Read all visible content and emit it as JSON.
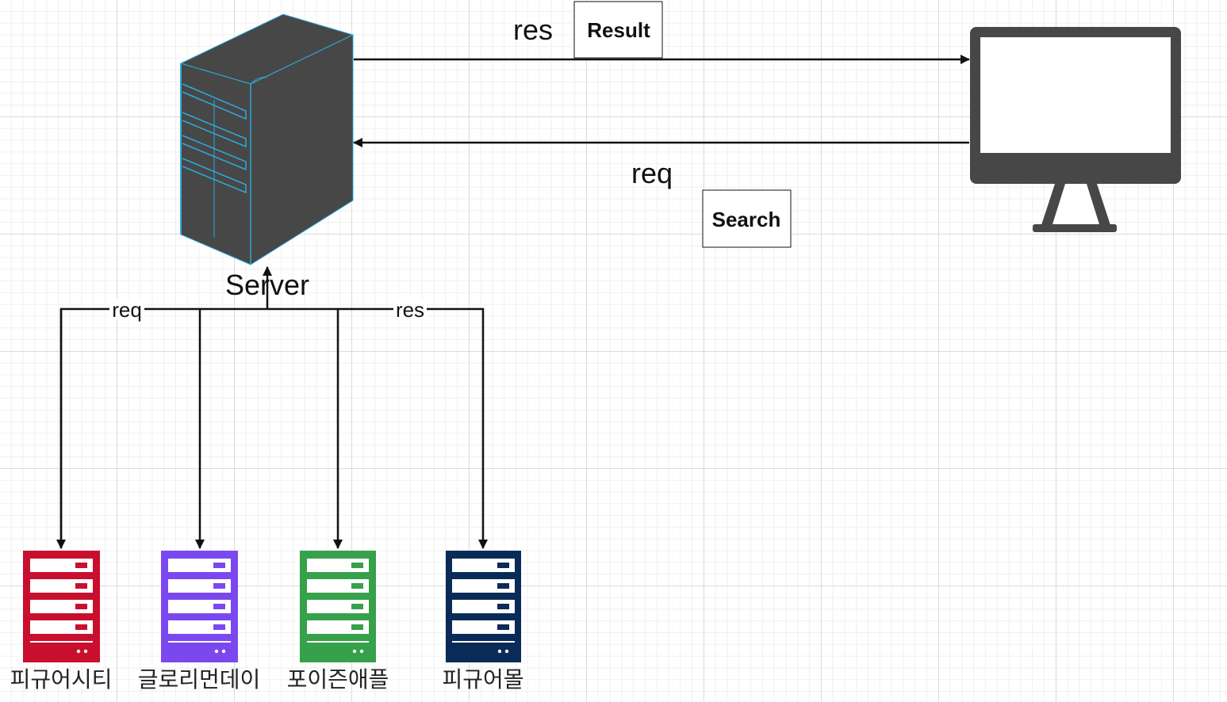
{
  "main_server": {
    "label": "Server",
    "body_color": "#474747",
    "edge_color": "#2eaadc"
  },
  "client": {
    "icon": "desktop-monitor-icon",
    "color": "#474747"
  },
  "top_link": {
    "label": "res",
    "box_label": "Result"
  },
  "bottom_link": {
    "label": "req",
    "box_label": "Search"
  },
  "bus": {
    "req_label": "req",
    "res_label": "res"
  },
  "shop_servers": [
    {
      "name": "피규어시티",
      "color": "#c8102e"
    },
    {
      "name": "글로리먼데이",
      "color": "#7b48f0"
    },
    {
      "name": "포이즌애플",
      "color": "#36a04a"
    },
    {
      "name": "피규어몰",
      "color": "#0a2b57"
    }
  ]
}
